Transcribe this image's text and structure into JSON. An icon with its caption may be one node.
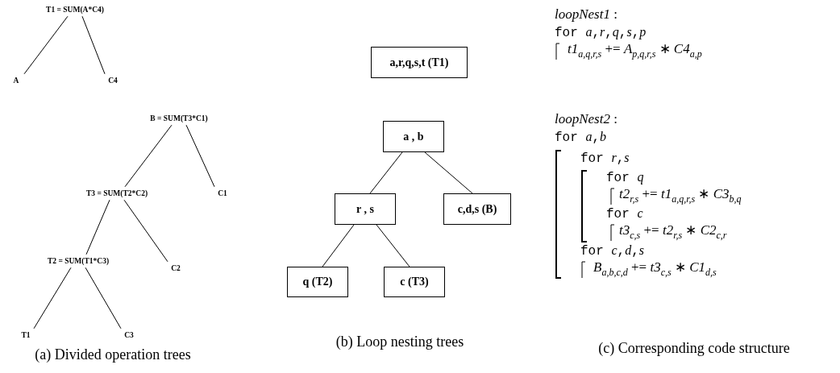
{
  "diagram": {
    "nodes": [
      {
        "text": [
          "T1 = SUM(A*C4)"
        ]
      },
      {
        "text": [
          "A"
        ]
      },
      {
        "text": [
          "C4"
        ]
      },
      {
        "text": [
          "B = SUM(T3*C1)"
        ]
      },
      {
        "text": [
          "T3 = SUM(T2*C2)"
        ]
      },
      {
        "text": [
          "C1"
        ]
      },
      {
        "text": [
          "T2 = SUM(T1*C3)"
        ]
      },
      {
        "text": [
          "C2"
        ]
      },
      {
        "text": [
          "T1"
        ]
      },
      {
        "text": [
          "C3"
        ]
      },
      {
        "text": [
          "a,r,q,s,t (T1)"
        ]
      },
      {
        "text": [
          "a , b"
        ]
      },
      {
        "text": [
          "r , s"
        ]
      },
      {
        "text": [
          "c,d,s (B)"
        ]
      },
      {
        "text": [
          "q (T2)"
        ]
      },
      {
        "text": [
          "c (T3)"
        ]
      }
    ],
    "edges": [
      {
        "from": 0,
        "to": 1,
        "arrow": "none"
      },
      {
        "from": 0,
        "to": 2,
        "arrow": "none"
      },
      {
        "from": 3,
        "to": 4,
        "arrow": "none"
      },
      {
        "from": 3,
        "to": 5,
        "arrow": "none"
      },
      {
        "from": 4,
        "to": 6,
        "arrow": "none"
      },
      {
        "from": 4,
        "to": 7,
        "arrow": "none"
      },
      {
        "from": 6,
        "to": 8,
        "arrow": "none"
      },
      {
        "from": 6,
        "to": 9,
        "arrow": "none"
      },
      {
        "from": 11,
        "to": 12,
        "arrow": "none"
      },
      {
        "from": 11,
        "to": 13,
        "arrow": "none"
      },
      {
        "from": 12,
        "to": 14,
        "arrow": "none"
      },
      {
        "from": 12,
        "to": 15,
        "arrow": "none"
      }
    ],
    "labels": [
      "(a) Divided operation trees",
      "(b) Loop nesting trees",
      "*loopNest1* :",
      "for *a*,*r*,*q*,*s*,*p*",
      "*t1*$_{a,q,r,s}$ += *A*$_{p,q,r,s}$ ∗ *C4*$_{a,p}$",
      "*loopNest2* :",
      "for *a*,*b*",
      "for *r*,*s*",
      "for *q*",
      "*t2*$_{r,s}$ += *t1*$_{a,q,r,s}$ ∗ *C3*$_{b,q}$",
      "for *c*",
      "*t3*$_{c,s}$ += *t2*$_{r,s}$ ∗ *C2*$_{c,r}$",
      "for *c*,*d*,*s*",
      "*B*$_{a,b,c,d}$ += *t3*$_{c,s}$ ∗ *C1*$_{d,s}$",
      "(c) Corresponding code structure"
    ]
  }
}
